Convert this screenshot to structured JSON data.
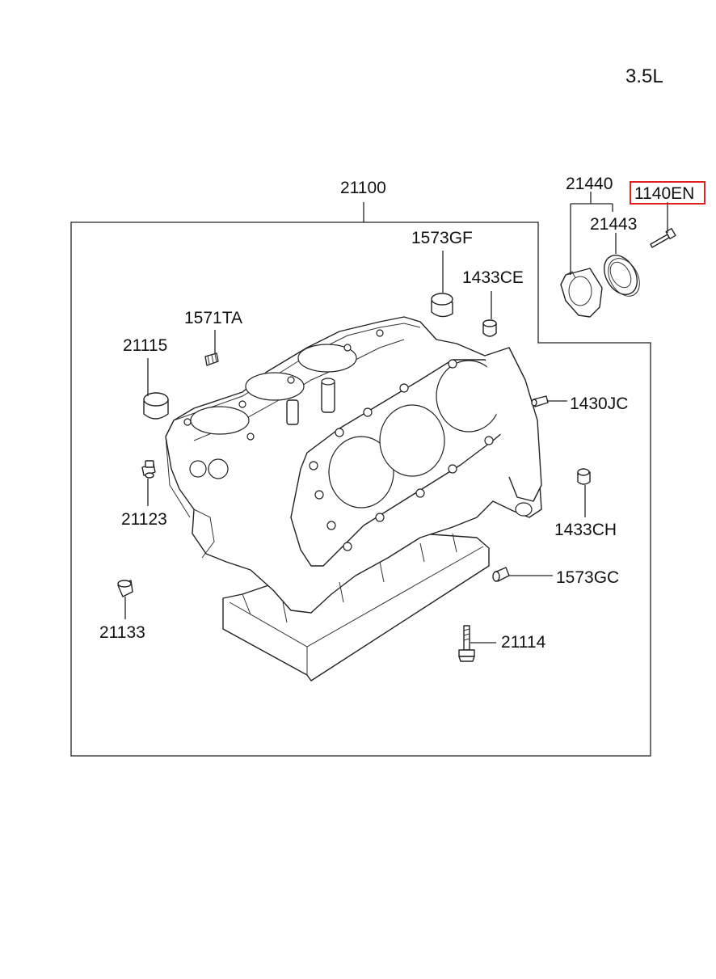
{
  "engine_variant": "3.5L",
  "callouts": {
    "main_assembly": "21100",
    "seal_case_assembly": "21440",
    "oil_seal": "21443",
    "bolt_highlighted": "1140EN",
    "plug_1573GF": "1573GF",
    "pin_1433CE": "1433CE",
    "plug_1571TA": "1571TA",
    "plug_21115": "21115",
    "pin_1430JC": "1430JC",
    "bolt_21123": "21123",
    "pin_1433CH": "1433CH",
    "plug_21133": "21133",
    "pin_1573GC": "1573GC",
    "bolt_21114": "21114"
  },
  "highlight_color": "#e02020"
}
